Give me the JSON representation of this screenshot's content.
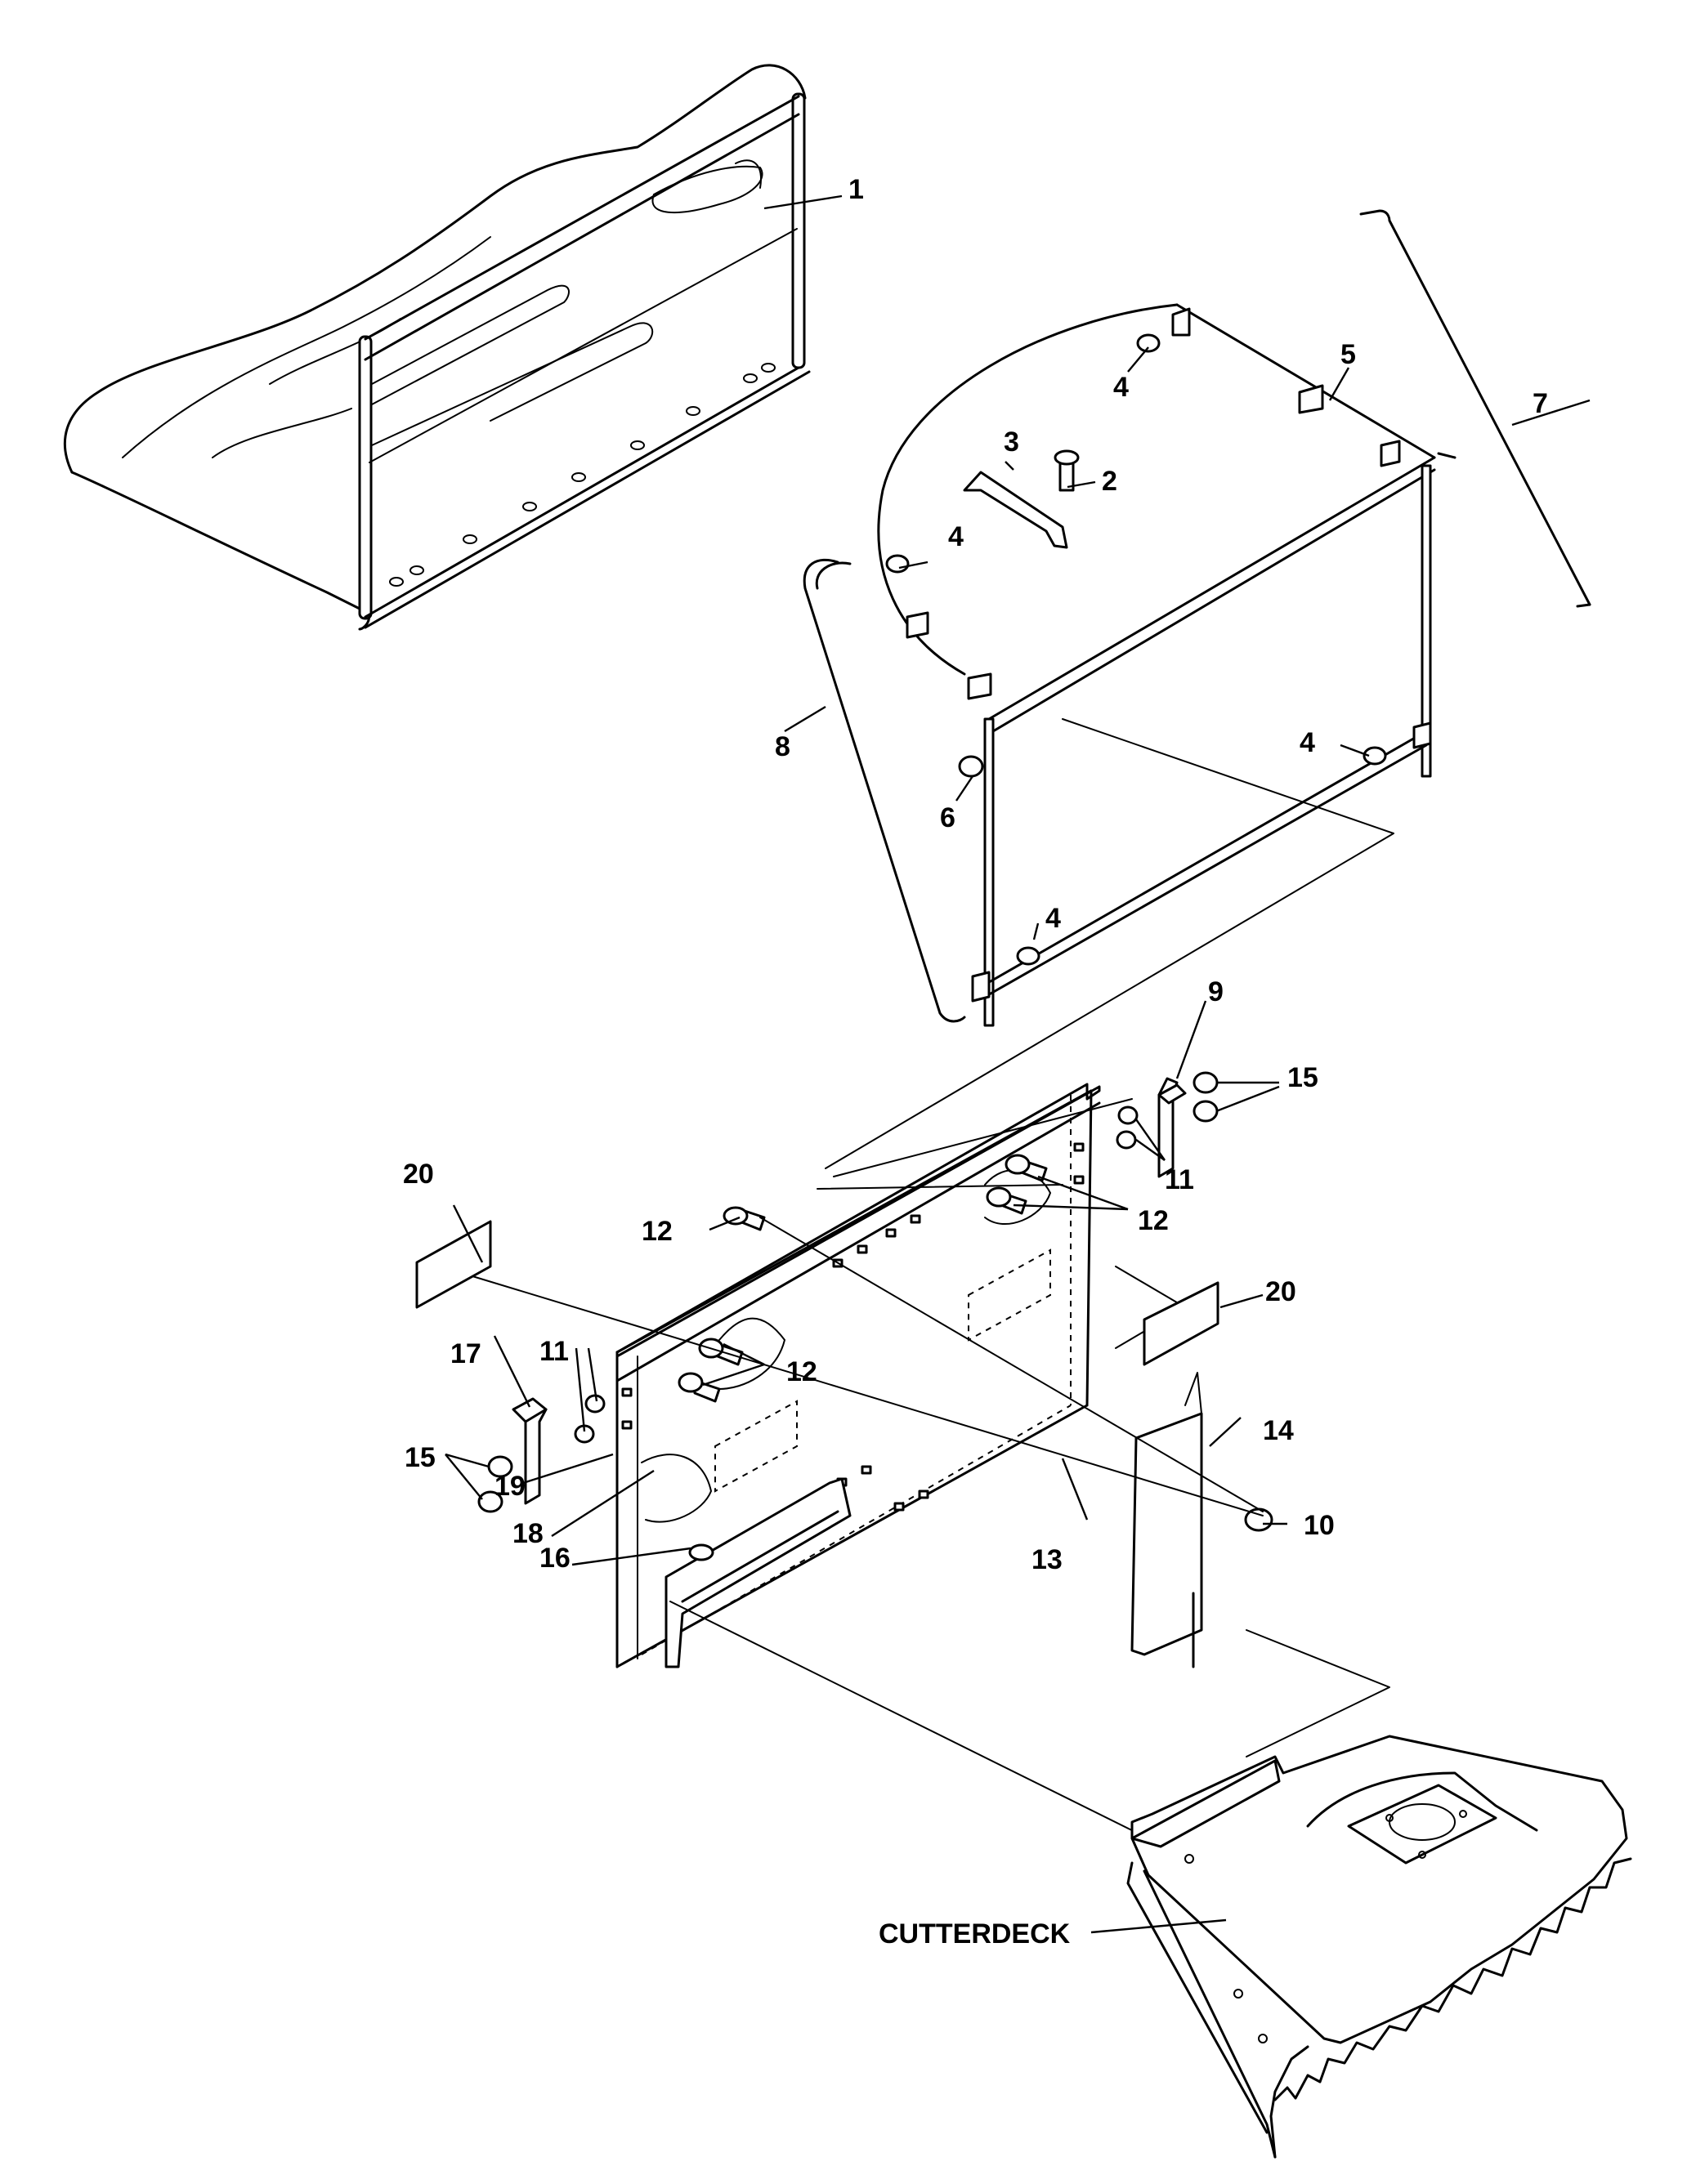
{
  "diagram": {
    "callouts": {
      "c1": "1",
      "c2": "2",
      "c3": "3",
      "c4a": "4",
      "c4b": "4",
      "c4c": "4",
      "c4d": "4",
      "c5": "5",
      "c6": "6",
      "c7": "7",
      "c8": "8",
      "c9": "9",
      "c10": "10",
      "c11a": "11",
      "c11b": "11",
      "c12a": "12",
      "c12b": "12",
      "c12c": "12",
      "c13": "13",
      "c14": "14",
      "c15a": "15",
      "c15b": "15",
      "c16": "16",
      "c17": "17",
      "c18": "18",
      "c19": "19",
      "c20a": "20",
      "c20b": "20"
    },
    "cutterdeck_label": "CUTTERDECK"
  }
}
